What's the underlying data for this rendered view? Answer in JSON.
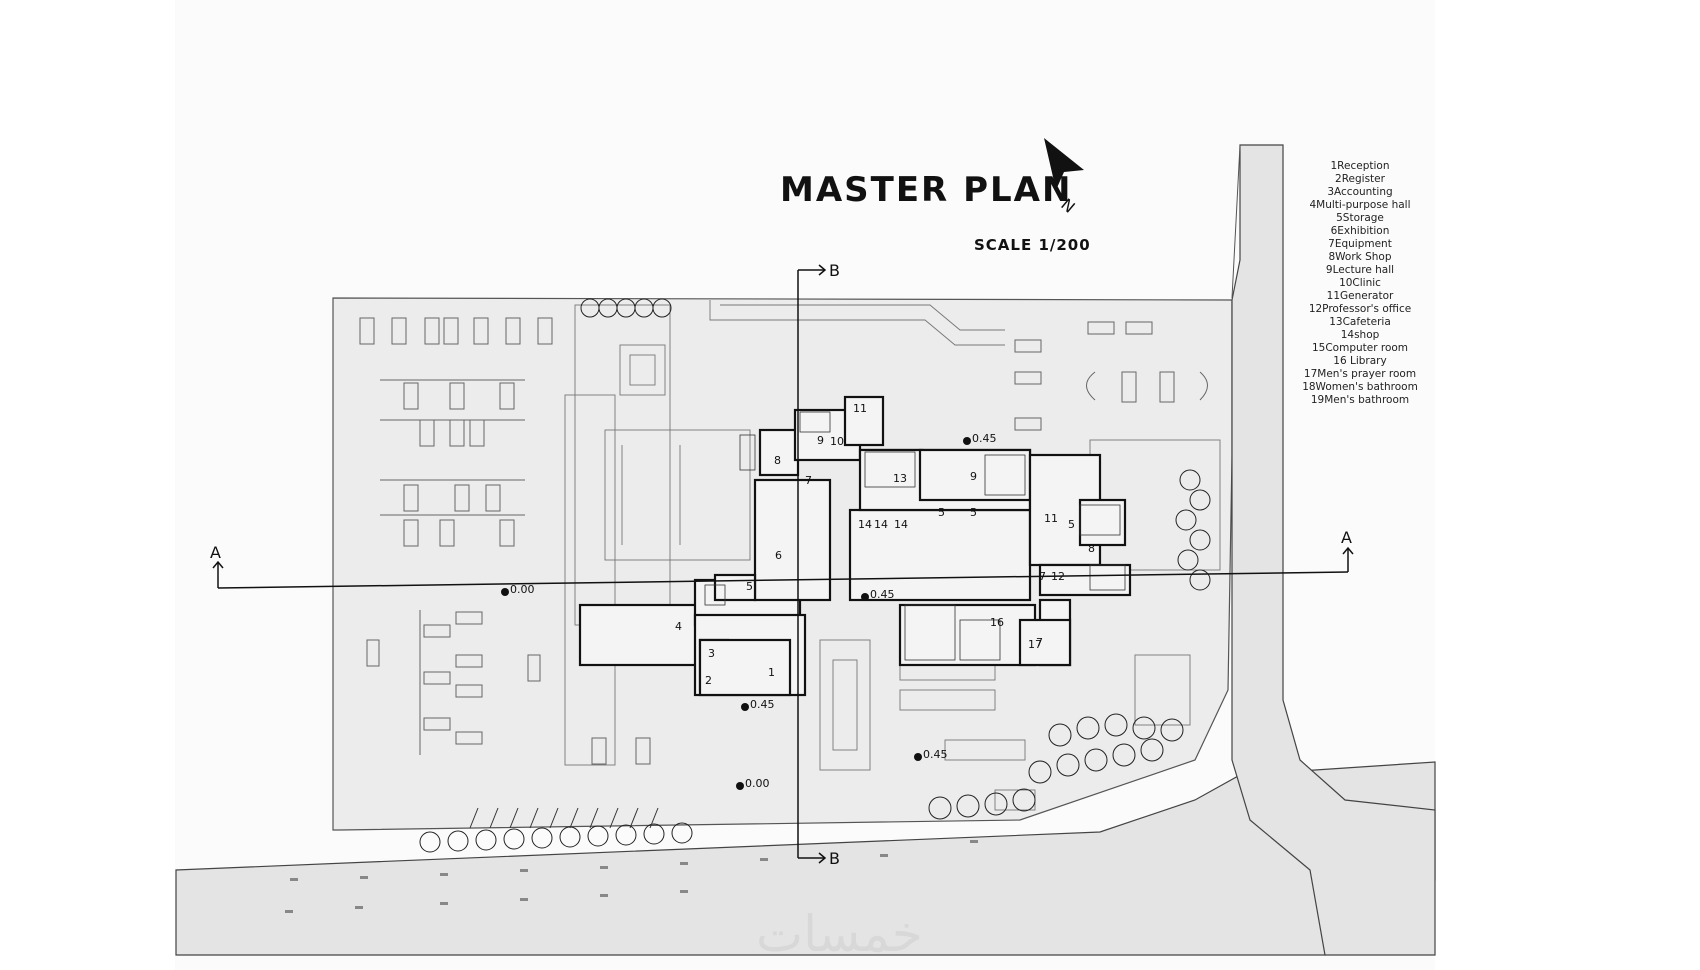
{
  "header": {
    "title": "MASTER PLAN",
    "scale": "SCALE 1/200",
    "north": "N"
  },
  "legend": [
    "1Reception",
    "2Register",
    "3Accounting",
    "4Multi-purpose hall",
    "5Storage",
    "6Exhibition",
    "7Equipment",
    "8Work Shop",
    "9Lecture hall",
    "10Clinic",
    "11Generator",
    "12Professor's office",
    "13Cafeteria",
    "14shop",
    "15Computer room",
    "16 Library",
    "17Men's prayer room",
    "18Women's bathroom",
    "19Men's bathroom"
  ],
  "section_markers": {
    "a_left": "A",
    "a_right": "A",
    "b_top": "B",
    "b_bottom": "B"
  },
  "levels": [
    "0.00",
    "0.45",
    "0.45",
    "0.45",
    "0.45",
    "0.00"
  ],
  "room_numbers": {
    "r1": "1",
    "r2": "2",
    "r3": "3",
    "r4": "4",
    "r5a": "5",
    "r5b": "5",
    "r5c": "5",
    "r5d": "5",
    "r6": "6",
    "r7a": "7",
    "r7b": "7",
    "r7c": "7",
    "r8a": "8",
    "r8b": "8",
    "r9a": "9",
    "r9b": "9",
    "r10": "10",
    "r11a": "11",
    "r11b": "11",
    "r12": "12",
    "r13": "13",
    "r14a": "14",
    "r14b": "14",
    "r14c": "14",
    "r16": "16",
    "r17": "17"
  },
  "watermark": "خمسات",
  "colors": {
    "site_fill": "#ececec",
    "road_fill": "#e4e4e4",
    "line": "#222222",
    "building_line": "#111111"
  }
}
